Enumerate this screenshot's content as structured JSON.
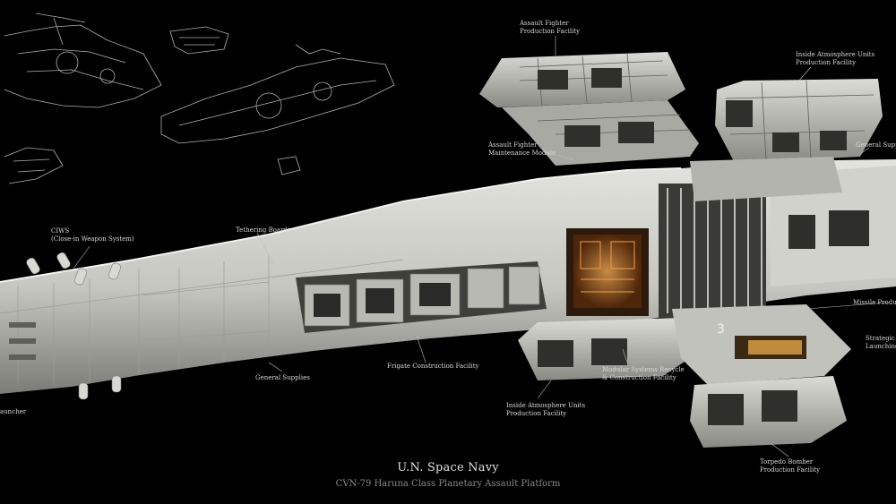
{
  "caption": {
    "title": "U.N. Space Navy",
    "subtitle": "CVN-79 Haruna Class Planetary Assault Platform"
  },
  "labels": {
    "assault_fighter_production": [
      "Assault Fighter",
      "Production Facility"
    ],
    "inside_atmosphere_top": [
      "Inside Atmosphere Units",
      "Production Facility"
    ],
    "assault_fighter_maintenance": [
      "Assault Fighter",
      "Maintenance Module"
    ],
    "general_supplies_right": "General Supplies",
    "ciws": [
      "CIWS",
      "(Close-in Weapon System)"
    ],
    "tethering_boards": "Tethering Boards",
    "missile_production": "Missile Produc",
    "strategic_launching": [
      "Strategic L",
      "Launching"
    ],
    "frigate_construction": "Frigate Construction Facility",
    "modular_systems": [
      "Modular Systems Recycle",
      "& Construction Facility"
    ],
    "general_supplies_left": "General Supplies",
    "inside_atmosphere_bottom": [
      "Inside Atmosphere Units",
      "Production Facility"
    ],
    "torpedo_bomber": [
      "Torpedo Bomber",
      "Production Facility"
    ],
    "launcher_fragment": "auncher"
  },
  "colors": {
    "background": "#000000",
    "hull": "#cfcfca",
    "hull_shadow": "#8d8d88",
    "interior_glow": "#d98a3a",
    "sketch_line": "#d9d9d9"
  }
}
